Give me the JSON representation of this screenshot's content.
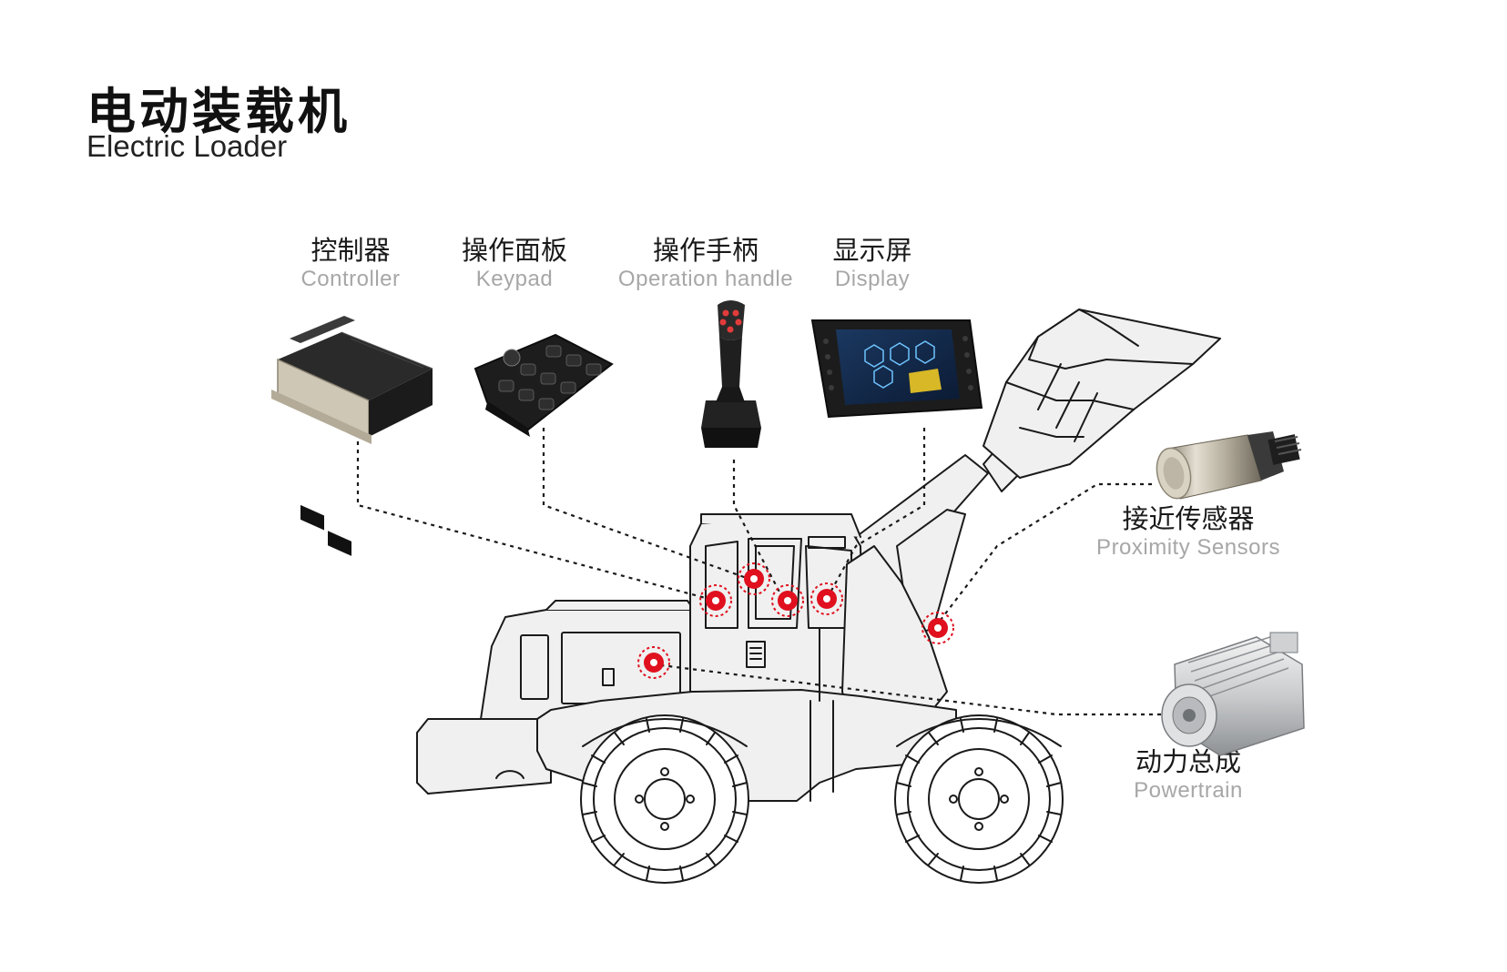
{
  "title": {
    "zh": "电动装载机",
    "en": "Electric Loader"
  },
  "components": [
    {
      "id": "controller",
      "zh": "控制器",
      "en": "Controller"
    },
    {
      "id": "keypad",
      "zh": "操作面板",
      "en": "Keypad"
    },
    {
      "id": "handle",
      "zh": "操作手柄",
      "en": "Operation handle"
    },
    {
      "id": "display",
      "zh": "显示屏",
      "en": "Display"
    },
    {
      "id": "sensor",
      "zh": "接近传感器",
      "en": "Proximity Sensors"
    },
    {
      "id": "powertrain",
      "zh": "动力总成",
      "en": "Powertrain"
    }
  ],
  "colors": {
    "accent": "#e0101e",
    "line": "#1a1a1a",
    "vehicle_fill": "#f0f0f0",
    "caption_gray": "#a7a7a7"
  },
  "icons": [
    "controller-icon",
    "keypad-icon",
    "joystick-icon",
    "display-screen-icon",
    "proximity-sensor-icon",
    "motor-icon",
    "wheel-loader-illustration"
  ]
}
